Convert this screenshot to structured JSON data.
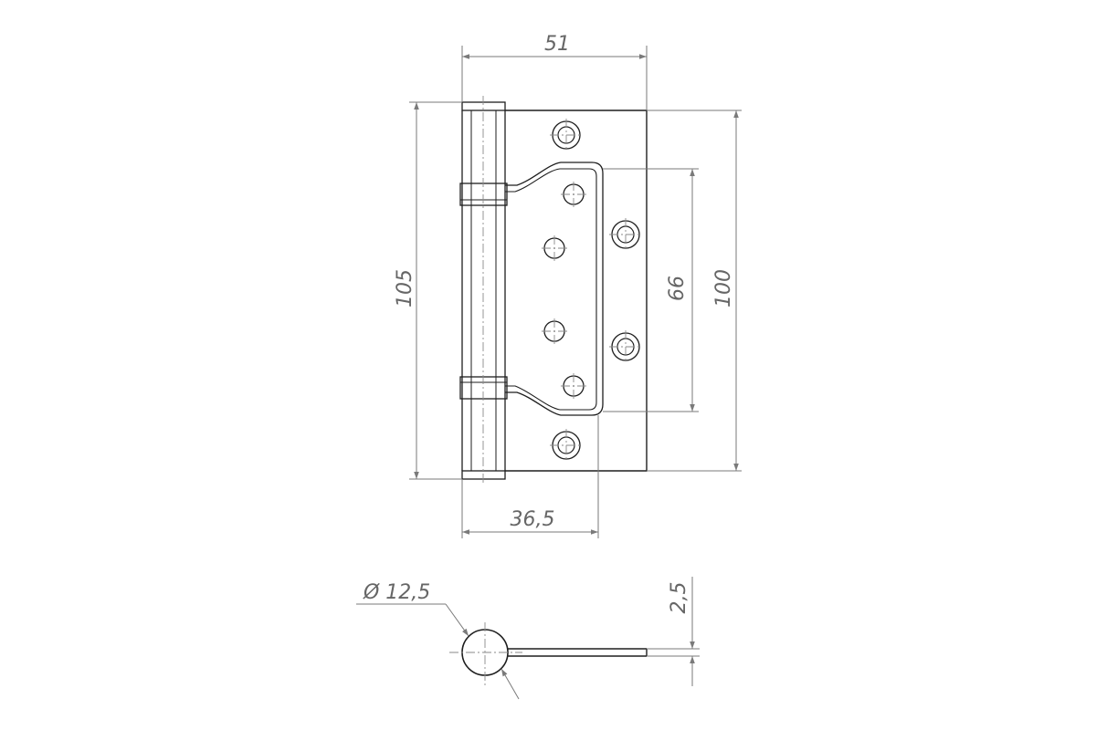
{
  "dimensions": {
    "overall_width": "51",
    "overall_height": "105",
    "leaf_height": "100",
    "inner_leaf_height": "66",
    "inner_leaf_width": "36,5",
    "knuckle_diameter": "Ø 12,5",
    "leaf_thickness": "2,5"
  }
}
